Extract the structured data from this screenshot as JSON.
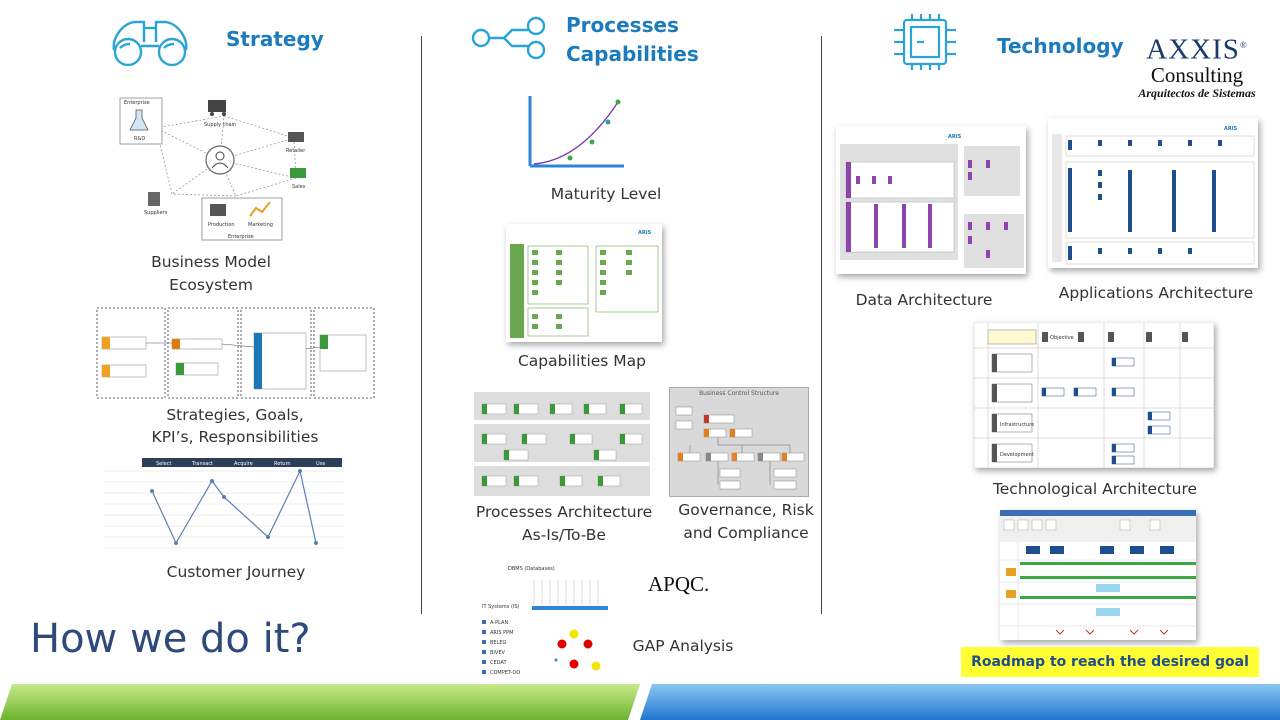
{
  "columns": {
    "strategy": {
      "title": "Strategy"
    },
    "processes": {
      "title_line1": "Processes",
      "title_line2": "Capabilities"
    },
    "technology": {
      "title": "Technology"
    }
  },
  "logo": {
    "line1": "AXXIS",
    "registered": "®",
    "line2": "Consulting",
    "line3": "Arquitectos de Sistemas"
  },
  "strategy_items": {
    "business_model_line1": "Business Model",
    "business_model_line2": "Ecosystem",
    "strategies_line1": "Strategies, Goals,",
    "strategies_line2": "KPI’s, Responsibilities",
    "customer_journey": "Customer Journey"
  },
  "ecosystem_diagram": {
    "enterprise": "Enterprise",
    "rd": "R&D",
    "supply_chain": "Supply chain",
    "retailer": "Retailer",
    "sales": "Sales",
    "suppliers": "Suppliers",
    "production": "Production",
    "marketing": "Marketing",
    "enterprise_bottom": "Enterprise"
  },
  "journey_stages": [
    "Select",
    "Transact",
    "Acquire",
    "Return",
    "Use"
  ],
  "process_items": {
    "maturity": "Maturity Level",
    "capabilities": "Capabilities Map",
    "proc_arch_line1": "Processes Architecture",
    "proc_arch_line2": "As-Is/To-Be",
    "governance_line1": "Governance, Risk",
    "governance_line2": "and Compliance",
    "governance_thumb_title": "Business Control Structure",
    "gap": "GAP Analysis",
    "apqc": "APQC."
  },
  "tech_items": {
    "data_arch": "Data Architecture",
    "apps_arch": "Applications Architecture",
    "tech_arch": "Technological Architecture",
    "roadmap": "Roadmap to reach the desired goal"
  },
  "tech_thumb_labels": {
    "aris": "ARIS",
    "objective": "Objective",
    "infrastructure": "Infrastructure",
    "development": "Development"
  },
  "gap_thumb": {
    "header_col": "DBMS (Databases)",
    "header_row": "IT Systems (IS)",
    "rows": [
      "A-PLAN",
      "ARIS PPM",
      "BELEG",
      "BIVEV",
      "CEDAT",
      "COMPET-OO"
    ]
  },
  "headline": "How we do it?",
  "colors": {
    "accent_blue": "#1b7bbd",
    "headline": "#2e4a7a",
    "band_green": "#6cb32f",
    "band_blue": "#1f77d0",
    "roadmap_bg": "#ffff33"
  }
}
